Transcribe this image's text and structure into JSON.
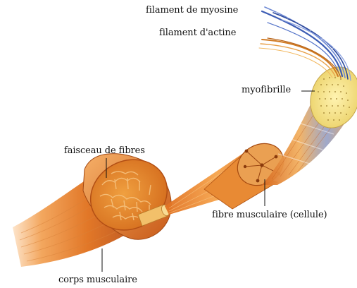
{
  "labels": {
    "myosin": "filament de myosine",
    "actin": "filament d'actine",
    "myofibril": "myofibrille",
    "fiber_bundle": "faisceau de fibres",
    "muscle_fiber": "fibre musculaire (cellule)",
    "muscle_body": "corps musculaire"
  },
  "colors": {
    "muscle": "#e0701c",
    "muscle_dark": "#b04a10",
    "muscle_light": "#f4a552",
    "myofibril_cross_section": "#f3e28a",
    "myosin_filament": "#4a6bbf",
    "actin_filament": "#d8862a",
    "background": "#ffffff",
    "text": "#111111"
  }
}
